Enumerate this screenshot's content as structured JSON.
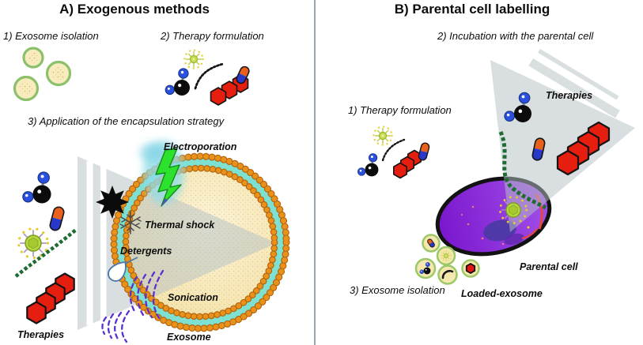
{
  "figure": {
    "type": "scientific-schematic",
    "topic": "Exosome drug-loading strategies",
    "background": "#ffffff",
    "divider_color": "#9aa6ab"
  },
  "panel_a": {
    "title": "A) Exogenous methods",
    "step1": "1) Exosome isolation",
    "step2": "2) Therapy formulation",
    "step3": "3) Application of the encapsulation strategy",
    "labels": {
      "electroporation": "Electroporation",
      "thermal_shock": "Thermal shock",
      "detergents": "Detergents",
      "sonication": "Sonication",
      "exosome": "Exosome",
      "therapies": "Therapies"
    }
  },
  "panel_b": {
    "title": "B) Parental cell labelling",
    "step1": "1) Therapy formulation",
    "step2": "2) Incubation with the parental cell",
    "step3": "3) Exosome isolation",
    "labels": {
      "therapies": "Therapies",
      "parental_cell": "Parental cell",
      "loaded_exosome": "Loaded-exosome"
    }
  },
  "icons": {
    "exosome_vesicle": "yellow-circle-green-ring",
    "large_exosome": "lipid-bilayer-beaded-circle",
    "molecule": "black-sphere-with-blue-atoms",
    "capsule": "orange-blue-pill",
    "drug_crystals": "red-hexagon-chain",
    "viral_vector": "green-spiked-virus",
    "nucleic_acid": "green-helix",
    "rna_strand": "black-dotted-arc",
    "electroporation": "green-lightning-bolt",
    "thermal_shock": "snowflake",
    "radiation_source": "black-sun-burst",
    "detergents": "water-droplet",
    "sonication": "purple-dashed-waves",
    "loading_arrow": "gray-segmented-arrow",
    "parental_cell": "purple-cell-with-nucleus"
  },
  "colors": {
    "membrane_bead": "#e8921c",
    "membrane_teal": "#7de0d0",
    "exosome_lumen": "#f6e7b6",
    "vesicle_ring": "#8cc06a",
    "vesicle_fill": "#f8ecbe",
    "lightning_green": "#2ce22c",
    "glow_cyan": "#90dce8",
    "cell_purple": "#8e2be0",
    "nucleus_purple": "#4a3aa4",
    "hexagon_red": "#e61e10",
    "capsule_orange": "#e8601c",
    "capsule_blue": "#2838c8",
    "helix_green": "#1e6c32",
    "sonication_purple": "#5c2fd0",
    "arrow_gray": "#ccd5d8"
  }
}
